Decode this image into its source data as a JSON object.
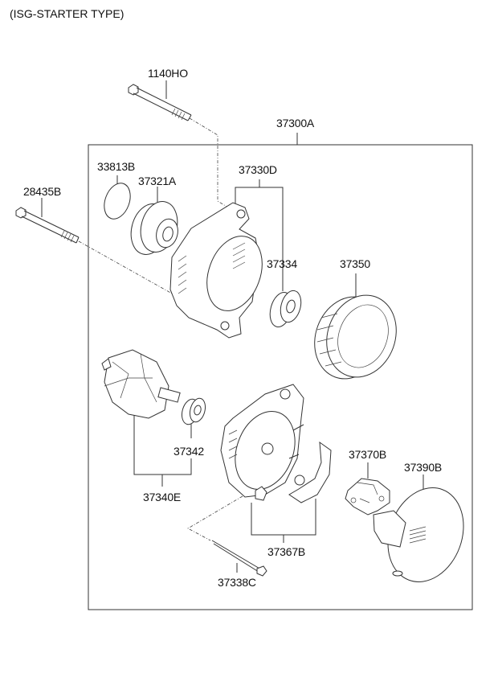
{
  "title": "(ISG-STARTER TYPE)",
  "assembly_label": "37300A",
  "parts": [
    {
      "id": "bolt-top",
      "number": "1140HO",
      "name": "bolt"
    },
    {
      "id": "bolt-left",
      "number": "28435B",
      "name": "bolt"
    },
    {
      "id": "cover",
      "number": "33813B",
      "name": "cover"
    },
    {
      "id": "pulley",
      "number": "37321A",
      "name": "pulley"
    },
    {
      "id": "front-bracket",
      "number": "37330D",
      "name": "front bracket assembly"
    },
    {
      "id": "front-bearing",
      "number": "37334",
      "name": "front bearing"
    },
    {
      "id": "stator",
      "number": "37350",
      "name": "stator"
    },
    {
      "id": "rotor-bearing",
      "number": "37342",
      "name": "rear bearing"
    },
    {
      "id": "rotor",
      "number": "37340E",
      "name": "rotor assembly"
    },
    {
      "id": "rectifier",
      "number": "37367B",
      "name": "rectifier / rear bracket"
    },
    {
      "id": "regulator",
      "number": "37370B",
      "name": "regulator"
    },
    {
      "id": "rear-cover",
      "number": "37390B",
      "name": "rear cover"
    },
    {
      "id": "through-bolt",
      "number": "37338C",
      "name": "through bolt"
    }
  ]
}
